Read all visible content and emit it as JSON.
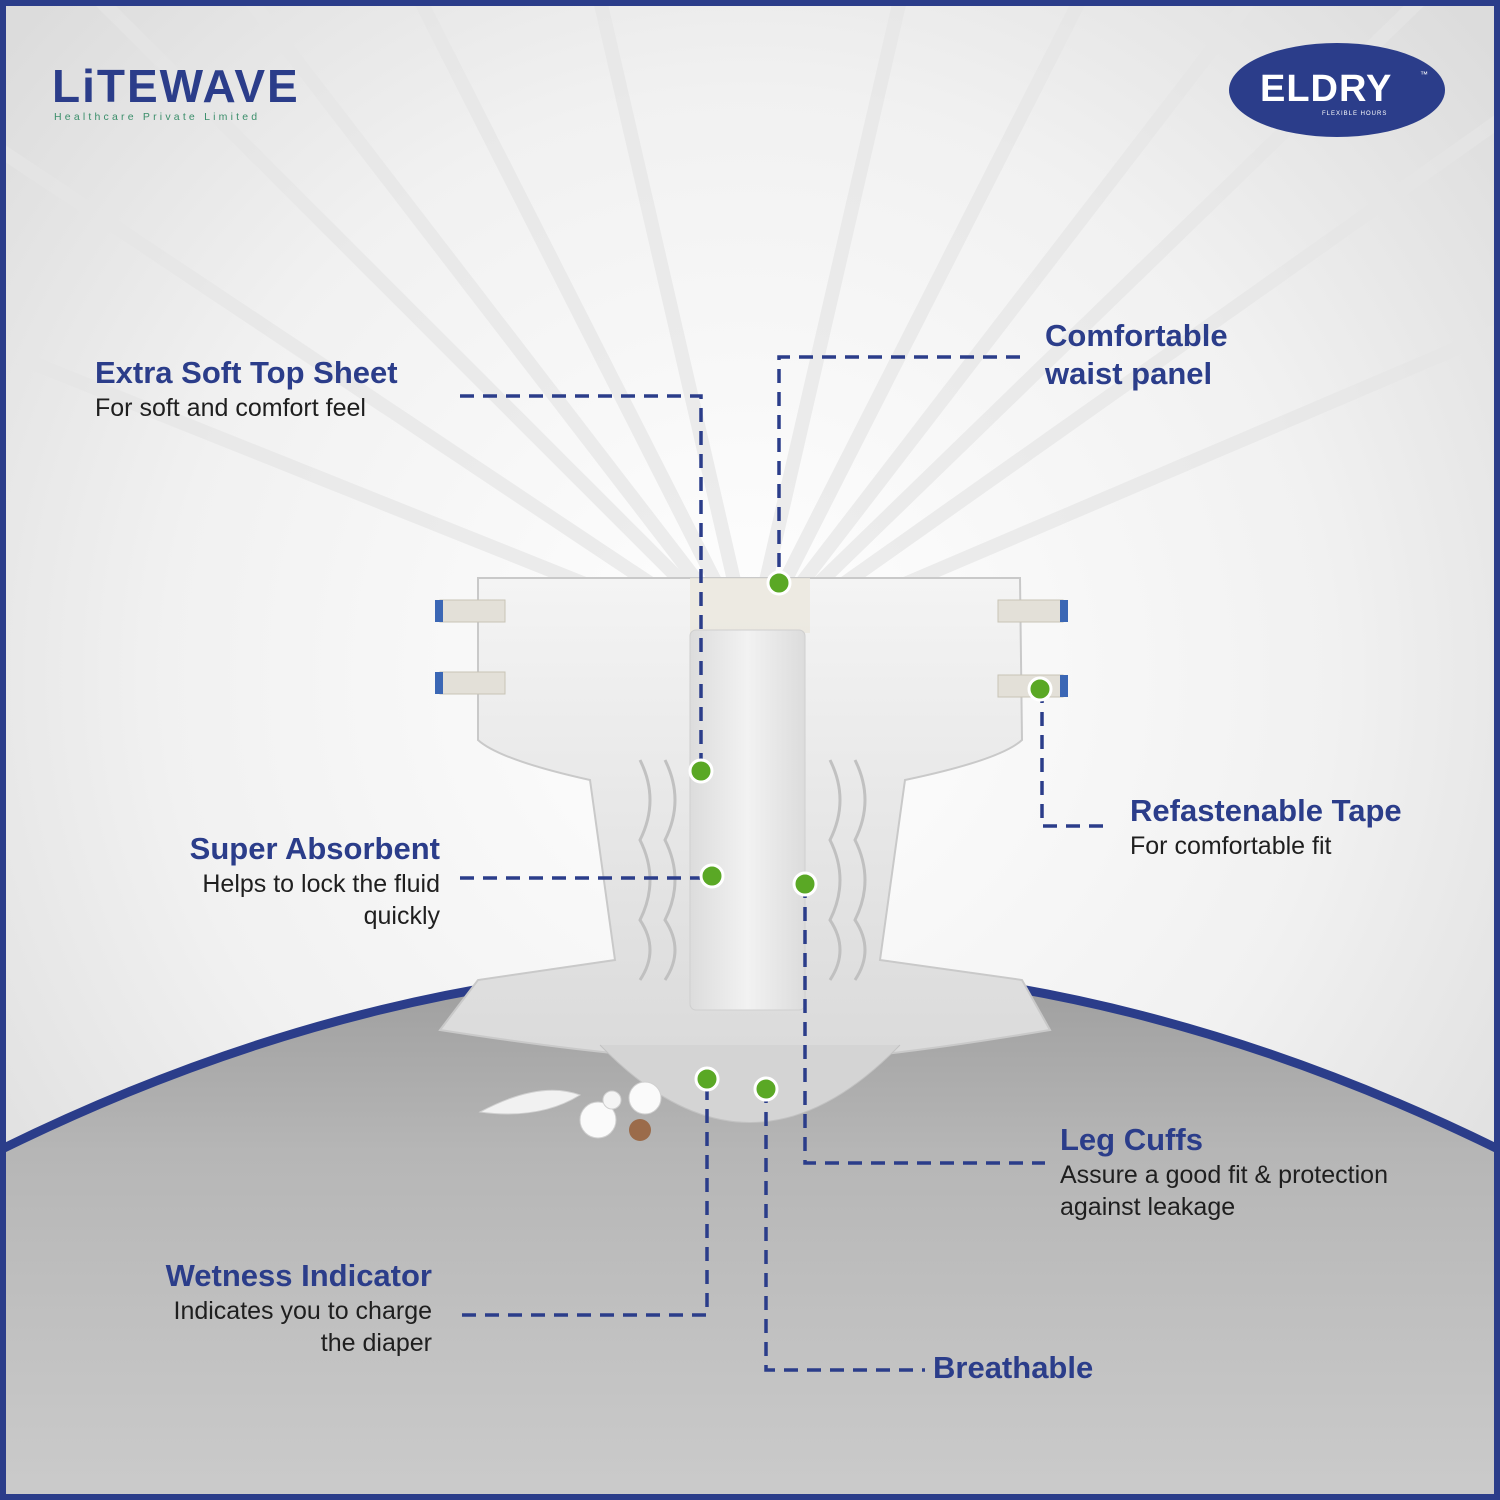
{
  "brand_left": {
    "name": "LiTEWAVE",
    "subtitle": "Healthcare Private Limited"
  },
  "brand_right": {
    "name": "ELDRY",
    "tagline": "FLEXIBLE HOURS",
    "trademark": "™"
  },
  "features": {
    "top_sheet": {
      "title": "Extra Soft Top Sheet",
      "desc": "For soft and comfort feel"
    },
    "waist_panel": {
      "title_line1": "Comfortable",
      "title_line2": "waist panel"
    },
    "absorbent": {
      "title": "Super Absorbent",
      "desc_line1": "Helps to lock the fluid",
      "desc_line2": "quickly"
    },
    "tape": {
      "title": "Refastenable Tape",
      "desc": "For comfortable fit"
    },
    "leg_cuffs": {
      "title": "Leg Cuffs",
      "desc_line1": "Assure a good fit & protection",
      "desc_line2": "against leakage"
    },
    "wetness": {
      "title": "Wetness Indicator",
      "desc_line1": "Indicates you to charge",
      "desc_line2": "the diaper"
    },
    "breathable": {
      "title": "Breathable"
    }
  },
  "colors": {
    "brand_blue": "#2b3d8a",
    "marker_green": "#5aa825",
    "border": "#2b3d8a"
  }
}
